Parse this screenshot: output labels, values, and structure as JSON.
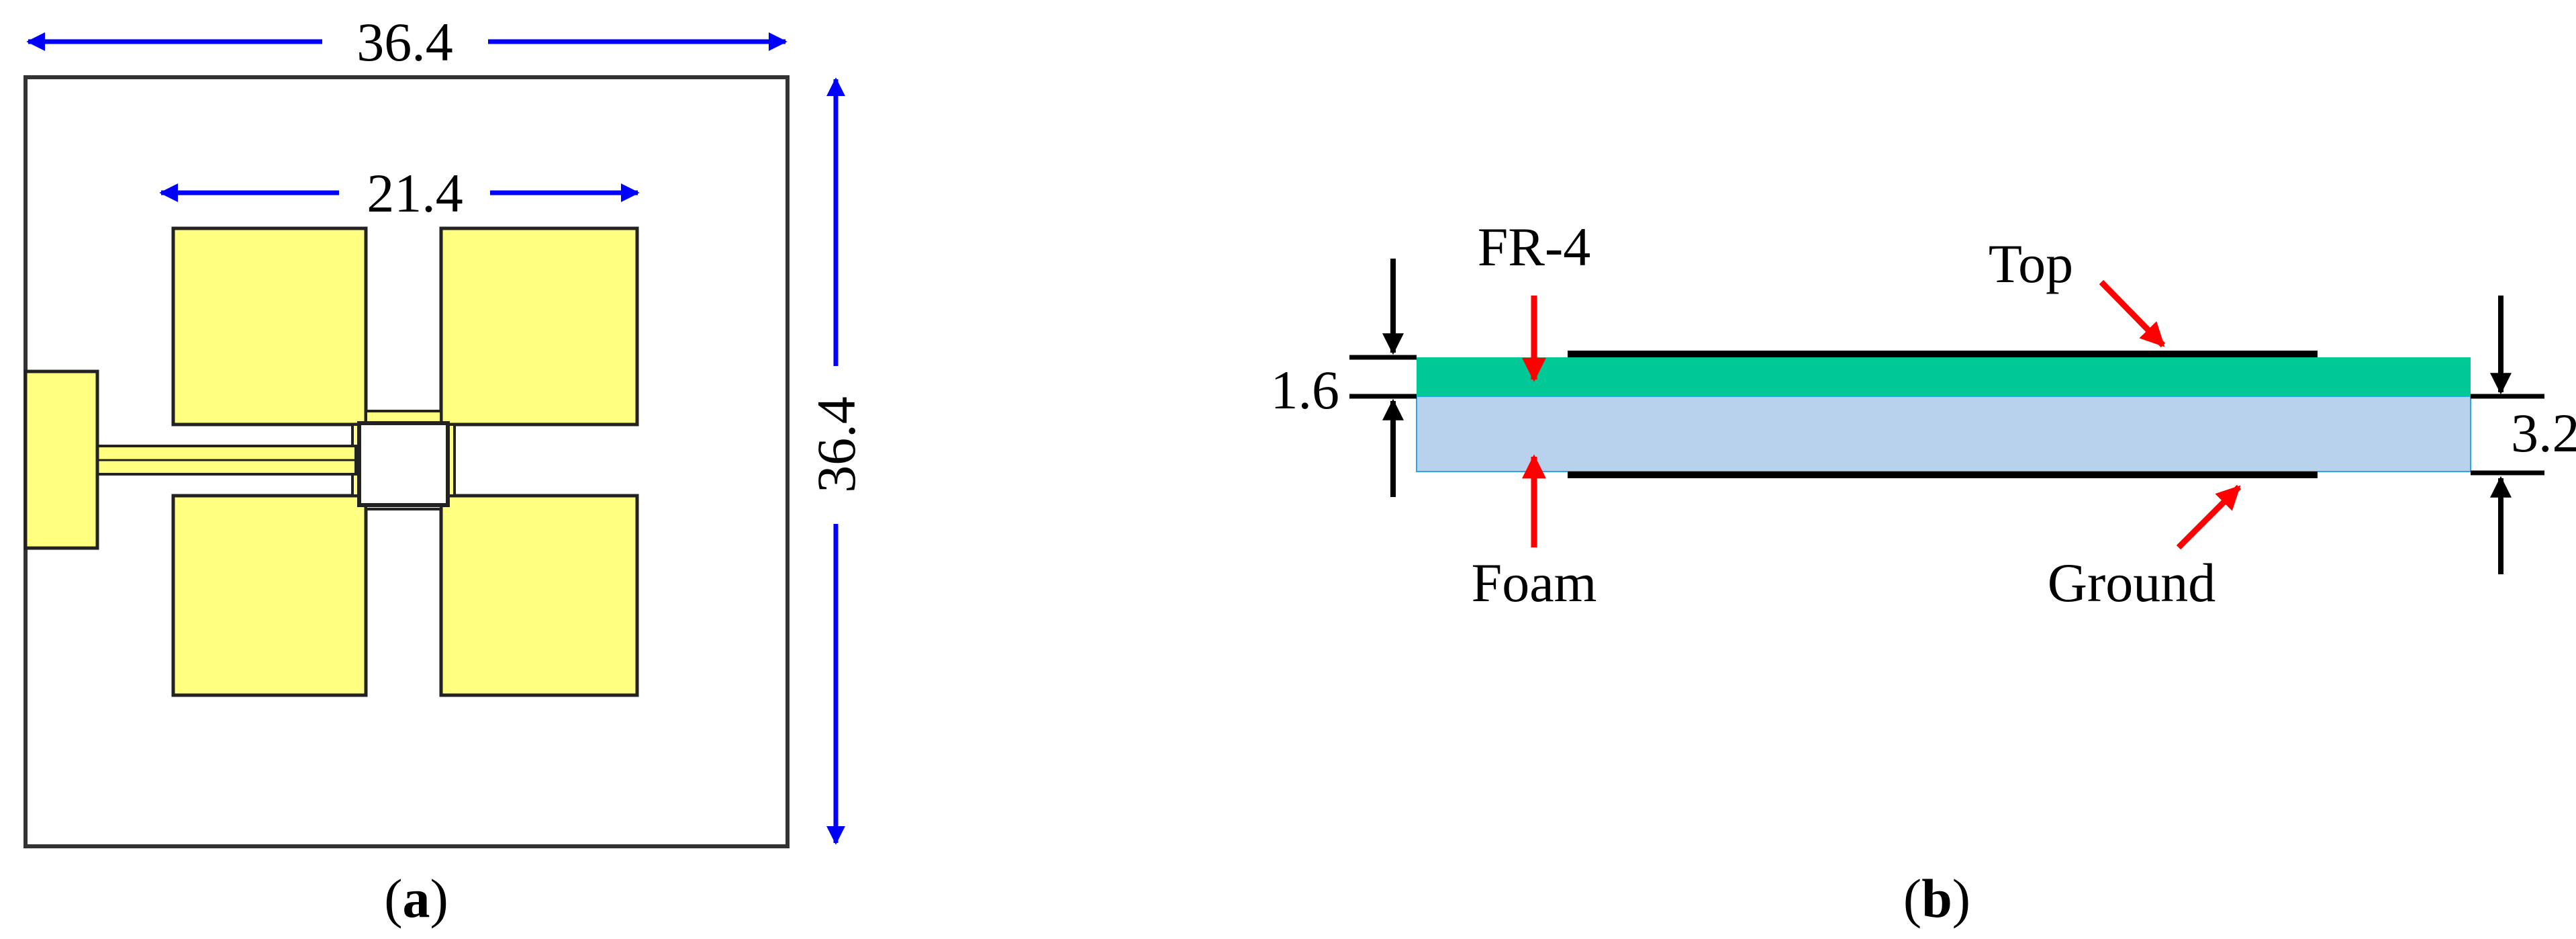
{
  "panel_a": {
    "caption_open": "(",
    "caption_letter": "a",
    "caption_close": ")",
    "outer_width": "36.4",
    "outer_height": "36.4",
    "patch_width": "21.4",
    "colors": {
      "board": "#ffffff",
      "patch": "#ffff80",
      "dimension_arrow": "#0000ff",
      "outline": "#000000"
    }
  },
  "panel_b": {
    "caption_open": "(",
    "caption_letter": "b",
    "caption_close": ")",
    "label_fr4": "FR-4",
    "label_top": "Top",
    "label_foam": "Foam",
    "label_ground": "Ground",
    "thickness_fr4": "1.6",
    "thickness_total": "3.2",
    "colors": {
      "fr4": "#00c896",
      "foam": "#b8d2ec",
      "metal": "#000000",
      "pointer_arrow": "#ff0000",
      "dimension_arrow": "#000000"
    }
  }
}
